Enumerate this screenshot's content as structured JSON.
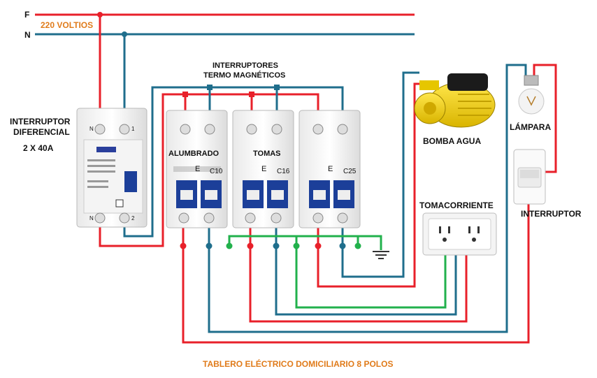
{
  "lines": {
    "phase": "F",
    "neutral": "N",
    "voltage": "220 VOLTIOS"
  },
  "differential": {
    "title_line1": "INTERRUPTOR",
    "title_line2": "DIFERENCIAL",
    "rating": "2 X 40A",
    "terminal_top_left": "N",
    "terminal_top_right": "1",
    "terminal_bottom_left": "N",
    "terminal_bottom_right": "2"
  },
  "breakers_group": {
    "title_line1": "INTERRUPTORES",
    "title_line2": "TERMO MAGNÉTICOS"
  },
  "breakers": [
    {
      "label": "ALUMBRADO",
      "letter": "E",
      "rating": "C10"
    },
    {
      "label": "TOMAS",
      "letter": "E",
      "rating": "C16"
    },
    {
      "label": "",
      "letter": "E",
      "rating": "C25"
    }
  ],
  "loads": {
    "pump": "BOMBA AGUA",
    "lamp": "LÁMPARA",
    "outlet": "TOMACORRIENTE",
    "switch": "INTERRUPTOR"
  },
  "footer": "TABLERO ELÉCTRICO DOMICILIARIO 8 POLOS",
  "colors": {
    "phase": "#e8202a",
    "neutral": "#1f6e8c",
    "ground": "#22b14c",
    "title": "#e07b1a",
    "breaker_blue": "#1c3f99"
  }
}
